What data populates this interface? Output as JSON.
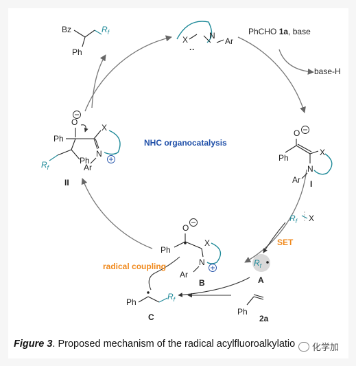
{
  "center_label": "NHC organocatalysis",
  "labels": {
    "ph": "Ph",
    "ar": "Ar",
    "x": "X",
    "n": "N",
    "o": "O",
    "bz": "Bz",
    "r": "R",
    "f": "f"
  },
  "reagents": {
    "phcho_prefix": "PhCHO ",
    "phcho_bold": "1a",
    "phcho_suffix": ", base",
    "base_h": "base-H",
    "set": "SET",
    "rf_x": "R",
    "alkene_label": "2a"
  },
  "intermediates": {
    "I": "I",
    "II": "II",
    "A": "A",
    "B": "B",
    "C": "C"
  },
  "radical_coupling": "radical coupling",
  "caption": {
    "bold": "Figure 3",
    "text": ". Proposed mechanism of the radical acylfluoroalkylatio"
  },
  "watermark": "化学加",
  "colors": {
    "cycle_arrow": "#777777",
    "teal": "#1f8a99",
    "blue": "#1f4fa8",
    "orange": "#f0891c",
    "radical_bg": "#d9d9d9"
  }
}
